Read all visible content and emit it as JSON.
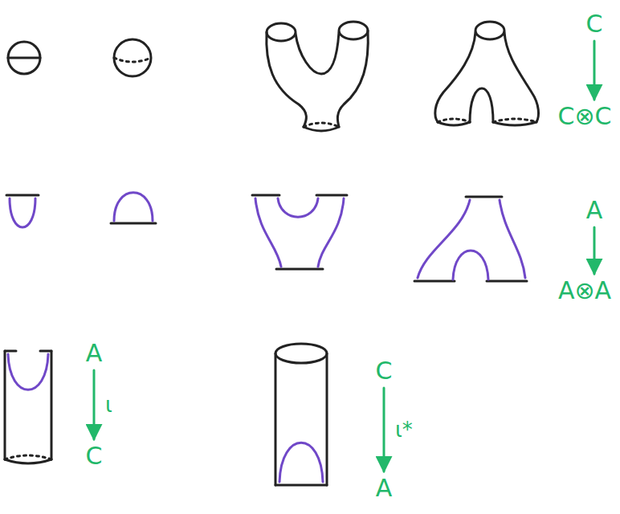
{
  "diagram": {
    "nodes": [
      {
        "text": [
          "C"
        ]
      },
      {
        "text": [
          "C⊗C"
        ]
      },
      {
        "text": [
          "A"
        ]
      },
      {
        "text": [
          "A⊗A"
        ]
      },
      {
        "text": [
          "A"
        ]
      },
      {
        "text": [
          "C"
        ]
      },
      {
        "text": [
          "C"
        ]
      },
      {
        "text": [
          "A"
        ]
      }
    ],
    "edges": [
      {
        "from": 0,
        "to": 1,
        "arrow": "to"
      },
      {
        "from": 2,
        "to": 3,
        "arrow": "to"
      },
      {
        "from": 4,
        "to": 5,
        "label": "ι",
        "arrow": "to"
      },
      {
        "from": 6,
        "to": 7,
        "label": "ι*",
        "arrow": "to"
      }
    ]
  }
}
